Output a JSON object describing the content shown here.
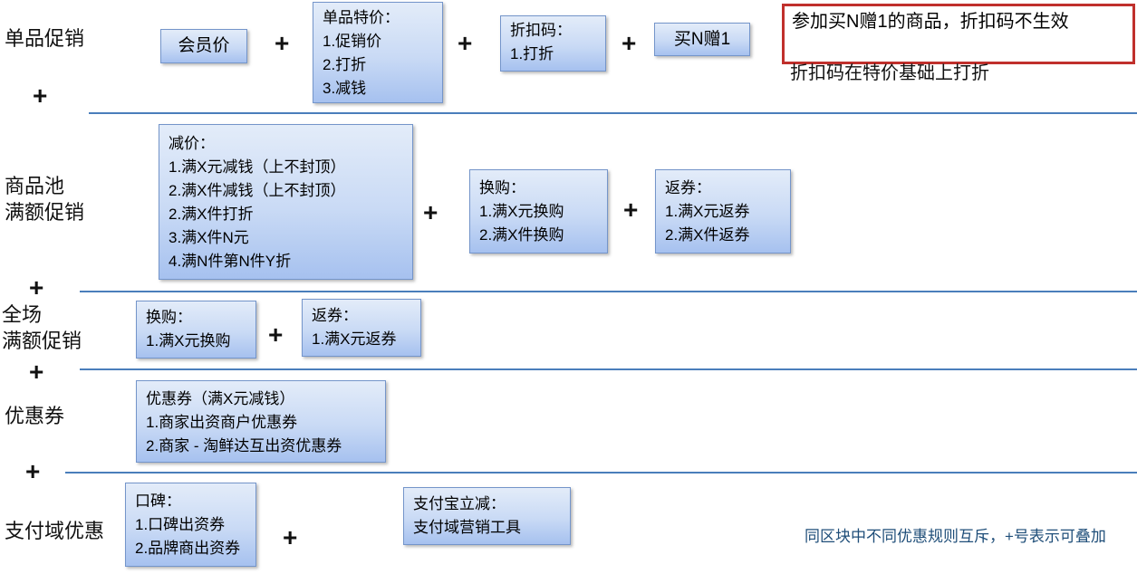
{
  "diagram_title_domain": "promotion-rules-diagram",
  "plus_sign": "+",
  "row_labels": {
    "row1": "单品促销",
    "row2": "商品池\n满额促销",
    "row3": "全场\n满额促销",
    "row4": "优惠券",
    "row5": "支付域优惠"
  },
  "boxes": {
    "member_price": "会员价",
    "item_special": "单品特价：\n1.促销价\n2.打折\n3.减钱",
    "discount_code": "折扣码：\n1.打折",
    "buy_n_get1": "买N赠1",
    "reduce_price": "减价：\n1.满X元减钱（上不封顶）\n2.满X件减钱（上不封顶）\n2.满X件打折\n3.满X件N元\n4.满N件第N件Y折",
    "pool_exchange": "换购：\n1.满X元换购\n2.满X件换购",
    "pool_coupon_back": "返券：\n1.满X元返券\n2.满X件返券",
    "all_exchange": "换购：\n1.满X元换购",
    "all_coupon_back": "返券：\n1.满X元返券",
    "coupon": "优惠券（满X元减钱）\n1.商家出资商户优惠券\n2.商家 - 淘鲜达互出资优惠券",
    "koubei": "口碑：\n1.口碑出资券\n2.品牌商出资券",
    "alipay": "支付宝立减：\n支付域营销工具"
  },
  "red_note": {
    "main": "参加买N赠1的商品，折扣码不生效",
    "sub": "折扣码在特价基础上打折"
  },
  "footer_note": "同区块中不同优惠规则互斥，+号表示可叠加",
  "colors": {
    "box_gradient_top": "#e3ecf9",
    "box_gradient_bottom": "#a6c1ef",
    "box_border": "#7495CA",
    "separator_line": "#4A7EBB",
    "red_note_border": "#C0302C",
    "footer_text": "#1F4E79",
    "text": "#111111"
  }
}
